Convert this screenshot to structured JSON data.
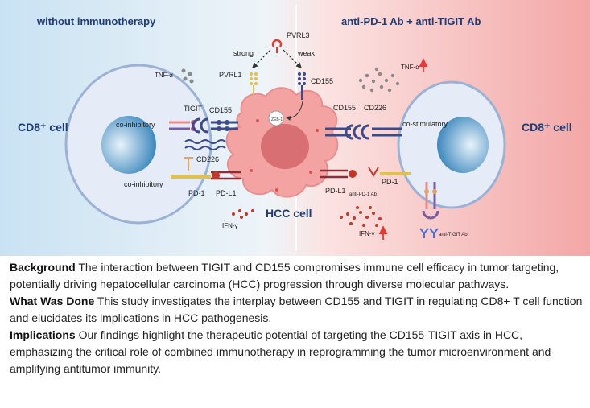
{
  "figure": {
    "left_title": "without immunotherapy",
    "right_title": "anti-PD-1 Ab + anti-TIGIT Ab",
    "left_cell": "CD8⁺ cell",
    "right_cell": "CD8⁺ cell",
    "hcc_cell": "HCC cell",
    "labels": {
      "pvrl3": "PVRL3",
      "strong": "strong",
      "weak": "weak",
      "pvrl1": "PVRL1",
      "cd155_top": "CD155",
      "tnf_left": "TNF-α",
      "tnf_right": "TNF-α",
      "tigit": "TIGIT",
      "cd155_left": "CD155",
      "cd155_right": "CD155",
      "cd226_right": "CD226",
      "co_inhibitory_1": "co-inhibitory",
      "co_inhibitory_2": "co-inhibitory",
      "co_stimulatory": "co-stimulatory",
      "cd226_left": "CD226",
      "pd1_left": "PD-1",
      "pdl1_left": "PD-L1",
      "pdl1_right": "PD-L1",
      "pd1_right": "PD-1",
      "anti_pd1": "anti-PD-1 Ab",
      "anti_tigit": "anti-TIGIT Ab",
      "ifn_left": "IFN-γ",
      "ifn_right": "IFN-γ",
      "tag": "ZEB-1"
    },
    "colors": {
      "left_bg": "#d6e9f5",
      "right_bg": "#f5b5b3",
      "title_color": "#1f3b73",
      "tcell_fill": "#e6ecf7",
      "nucleus": "#4a90c2",
      "hcc_fill": "#f4a3a3",
      "hcc_nucleus": "#d86f72",
      "arrow_red": "#e53935"
    }
  },
  "summary": {
    "background_label": "Background",
    "background_text": " The interaction between TIGIT and CD155 compromises immune cell efficacy in tumor targeting, potentially driving hepatocellular carcinoma (HCC) progression through diverse molecular pathways.",
    "done_label": "What Was Done",
    "done_text": " This study investigates the interplay between CD155 and TIGIT in regulating CD8+ T cell function and elucidates its implications in HCC pathogenesis.",
    "implications_label": "Implications",
    "implications_text": " Our findings highlight the therapeutic potential of targeting the CD155-TIGIT axis in HCC, emphasizing the critical role of combined immunotherapy in reprogramming the tumor microenvironment and amplifying antitumor immunity."
  }
}
